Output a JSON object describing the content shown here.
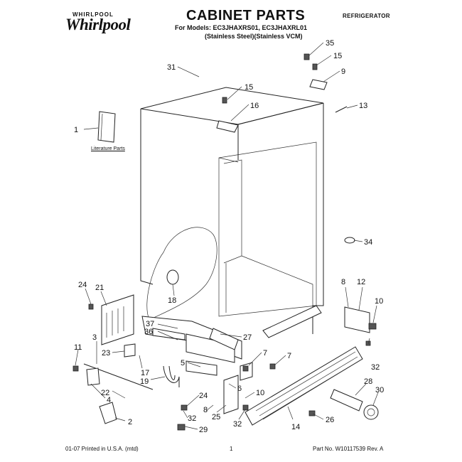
{
  "header": {
    "brand": "Whirlpool",
    "brand_mark": "WHIRLPOOL",
    "title": "CABINET PARTS",
    "models_line": "For Models: EC3JHAXRS01, EC3JHAXRL01",
    "models_finish": "(Stainless Steel)(Stainless VCM)",
    "category": "REFRIGERATOR"
  },
  "labels": {
    "literature_parts": "Literature Parts"
  },
  "callouts": [
    "35",
    "15",
    "9",
    "31",
    "15",
    "16",
    "13",
    "1",
    "34",
    "18",
    "24",
    "21",
    "8",
    "12",
    "10",
    "37",
    "36",
    "27",
    "3",
    "11",
    "23",
    "17",
    "19",
    "5",
    "7",
    "7",
    "4",
    "22",
    "2",
    "24",
    "6",
    "10",
    "32",
    "32",
    "8",
    "25",
    "28",
    "30",
    "26",
    "14",
    "32",
    "29"
  ],
  "footer": {
    "left": "01-07 Printed in U.S.A. (mtd)",
    "center": "1",
    "right": "Part No. W10117539 Rev. A"
  }
}
